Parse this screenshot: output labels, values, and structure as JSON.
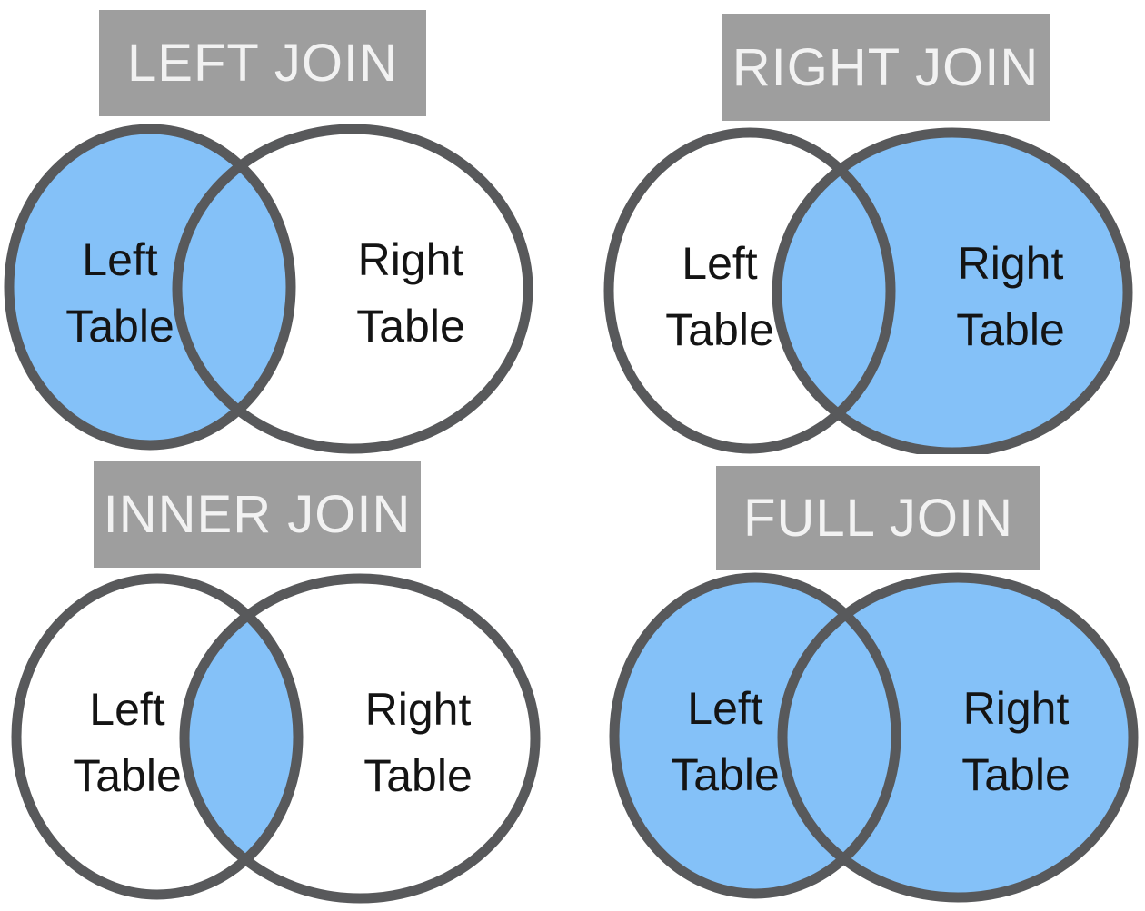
{
  "page": {
    "background": "#FFFFFF"
  },
  "colors": {
    "highlight": "#84C1F8",
    "circle_fill_empty": "#FFFFFF",
    "circle_stroke": "#58595B",
    "header_bg": "#9E9E9E",
    "header_text": "#F2F2F2",
    "label_text": "#141414"
  },
  "diagrams": [
    {
      "id": "left-join",
      "title": "LEFT JOIN",
      "left_label": "Left Table",
      "right_label": "Right Table",
      "regions": {
        "left": "blue",
        "right": "white",
        "intersection": "blue"
      }
    },
    {
      "id": "right-join",
      "title": "RIGHT JOIN",
      "left_label": "Left Table",
      "right_label": "Right Table",
      "regions": {
        "left": "white",
        "right": "blue",
        "intersection": "blue"
      }
    },
    {
      "id": "inner-join",
      "title": "INNER JOIN",
      "left_label": "Left Table",
      "right_label": "Right Table",
      "regions": {
        "left": "white",
        "right": "white",
        "intersection": "blue"
      }
    },
    {
      "id": "full-join",
      "title": "FULL JOIN",
      "left_label": "Left Table",
      "right_label": "Right Table",
      "regions": {
        "left": "blue",
        "right": "blue",
        "intersection": "blue"
      }
    }
  ]
}
